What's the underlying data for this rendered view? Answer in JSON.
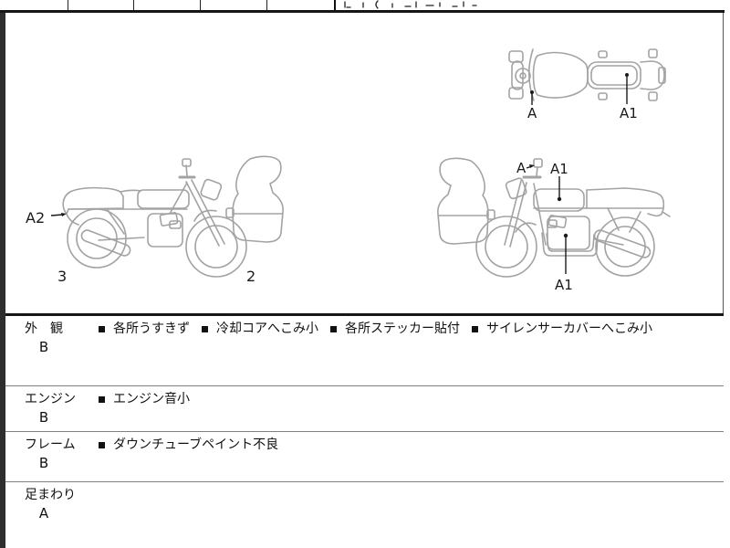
{
  "document": {
    "kind": "motorcycle auction inspection sheet",
    "colors": {
      "drawing_stroke": "#a3a3a3",
      "label_text": "#1a1a1a",
      "border_dark": "#151515",
      "border_light": "#808080",
      "edge_strip": "#2e2e2e"
    }
  },
  "header_row": {
    "cells": [
      "",
      "",
      "",
      "",
      "",
      ""
    ]
  },
  "diagrams": {
    "top_view": {
      "labels": {
        "a": "A",
        "a1": "A1"
      }
    },
    "left_side": {
      "labels": {
        "a2": "A2",
        "n3": "3",
        "n2": "2"
      }
    },
    "right_side": {
      "labels": {
        "a": "A",
        "a1_top": "A1",
        "a1_bottom": "A1"
      }
    }
  },
  "sections": [
    {
      "name": "外　観",
      "grade": "B",
      "items": [
        "各所うすきず",
        "冷却コアへこみ小",
        "各所ステッカー貼付",
        "サイレンサーカバーへこみ小"
      ]
    },
    {
      "name": "エンジン",
      "grade": "B",
      "items": [
        "エンジン音小"
      ]
    },
    {
      "name": "フレーム",
      "grade": "B",
      "items": [
        "ダウンチューブペイント不良"
      ]
    },
    {
      "name": "足まわり",
      "grade": "A",
      "items": []
    }
  ]
}
